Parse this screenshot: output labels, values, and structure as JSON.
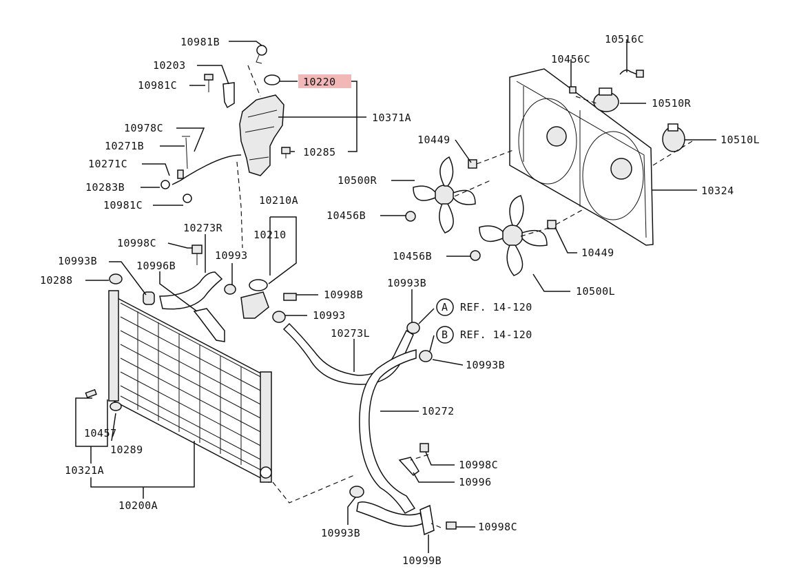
{
  "colors": {
    "highlight": "#f2b8b8",
    "ink": "#111111",
    "background": "#ffffff"
  },
  "labels": {
    "p10981B_top": "10981B",
    "p10203": "10203",
    "p10981C_top": "10981C",
    "p10220": "10220",
    "p10371A": "10371A",
    "p10285": "10285",
    "p10978C": "10978C",
    "p10271B": "10271B",
    "p10271C": "10271C",
    "p10283B": "10283B",
    "p10981C_low": "10981C",
    "p10456C": "10456C",
    "p10516C": "10516C",
    "p10510R": "10510R",
    "p10510L": "10510L",
    "p10449_top": "10449",
    "p10500R": "10500R",
    "p10324": "10324",
    "p10456B_a": "10456B",
    "p10449_low": "10449",
    "p10456B_b": "10456B",
    "p10500L": "10500L",
    "p10210A": "10210A",
    "p10210": "10210",
    "p10273R": "10273R",
    "p10998C_top": "10998C",
    "p10993_a": "10993",
    "p10993B_top": "10993B",
    "p10996B": "10996B",
    "p10288": "10288",
    "p10998B": "10998B",
    "p10993_b": "10993",
    "p10993B_mid": "10993B",
    "ref_a_circle": "A",
    "ref_a_text": "REF. 14-120",
    "ref_b_circle": "B",
    "ref_b_text": "REF. 14-120",
    "p10273L": "10273L",
    "p10993B_right": "10993B",
    "p10272": "10272",
    "p10457": "10457",
    "p10289": "10289",
    "p10321A": "10321A",
    "p10200A": "10200A",
    "p10998C_r1": "10998C",
    "p10996": "10996",
    "p10998C_r2": "10998C",
    "p10993B_bot": "10993B",
    "p10999B": "10999B"
  }
}
